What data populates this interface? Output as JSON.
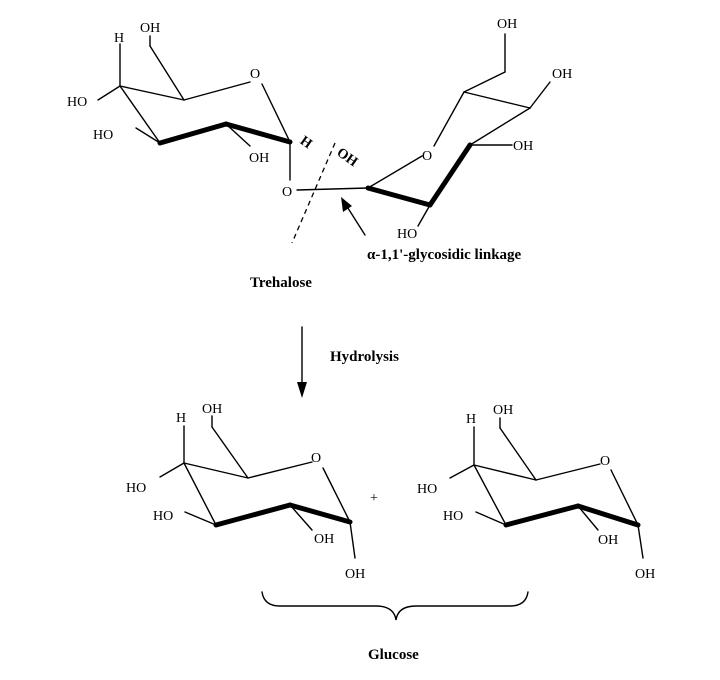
{
  "title": "Trehalose",
  "reaction_label": "Hydrolysis",
  "linkage_label": "α-1,1'-glycosidic linkage",
  "product_label": "Glucose",
  "plus": "+",
  "atoms": {
    "oh": "OH",
    "ho": "HO",
    "h": "H",
    "o": "O"
  }
}
